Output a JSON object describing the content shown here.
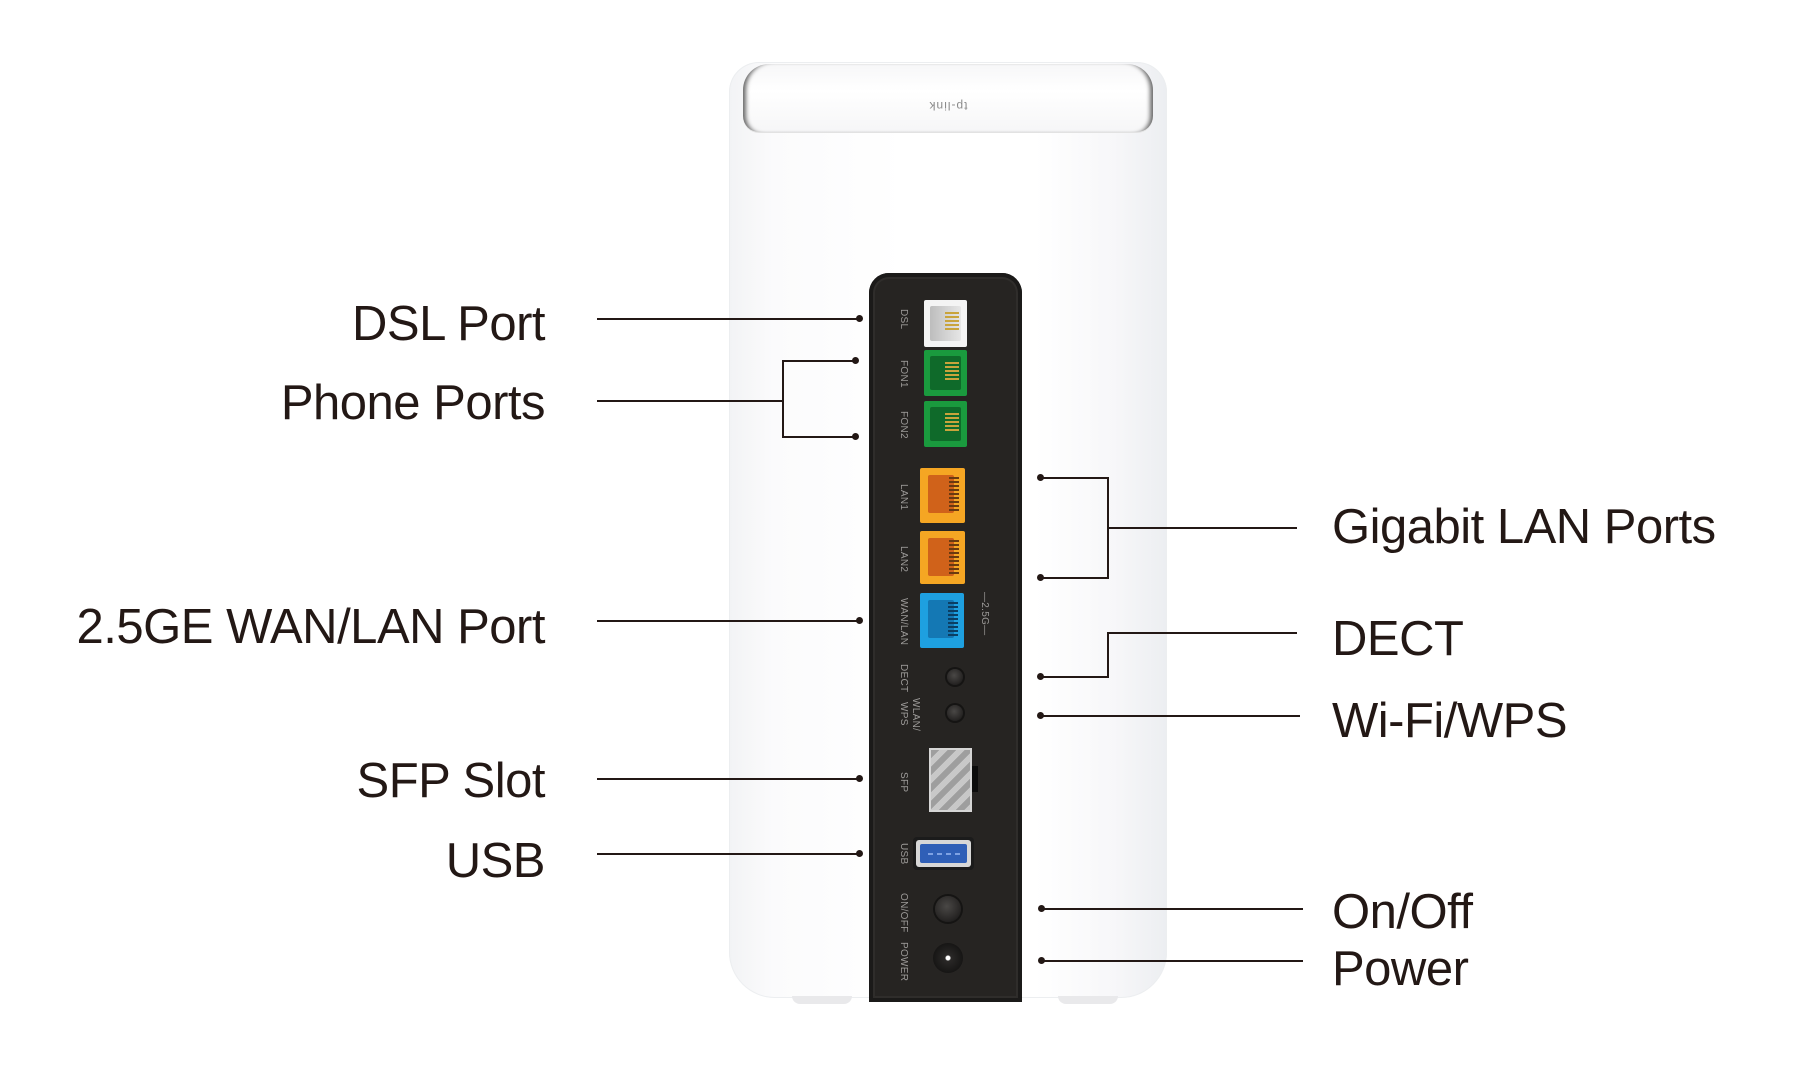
{
  "device": {
    "brand_logo": "tp-link",
    "panel_port_labels": {
      "dsl": "DSL",
      "fon1": "FON1",
      "fon2": "FON2",
      "lan1": "LAN1",
      "lan2": "LAN2",
      "wan_lan": "WAN/LAN",
      "speed_marker": "—2.5G—",
      "dect": "DECT",
      "wlan_wps_line1": "WLAN/",
      "wlan_wps_line2": "WPS",
      "sfp": "SFP",
      "usb": "USB",
      "on_off": "ON/OFF",
      "power": "POWER"
    },
    "port_colors": {
      "dsl": "#f2f2f2",
      "phone": "#1a9a3e",
      "lan": "#f5a623",
      "wan_lan": "#1ea0e0",
      "usb": "#2f5fb7",
      "panel": "#262422"
    }
  },
  "callouts": {
    "left": [
      {
        "label": "DSL Port"
      },
      {
        "label": "Phone Ports"
      },
      {
        "label": "2.5GE WAN/LAN Port"
      },
      {
        "label": "SFP Slot"
      },
      {
        "label": "USB"
      }
    ],
    "right": [
      {
        "label": "Gigabit LAN Ports"
      },
      {
        "label": "DECT"
      },
      {
        "label": "Wi-Fi/WPS"
      },
      {
        "label": "On/Off"
      },
      {
        "label": "Power"
      }
    ],
    "line_color": "#231815"
  }
}
